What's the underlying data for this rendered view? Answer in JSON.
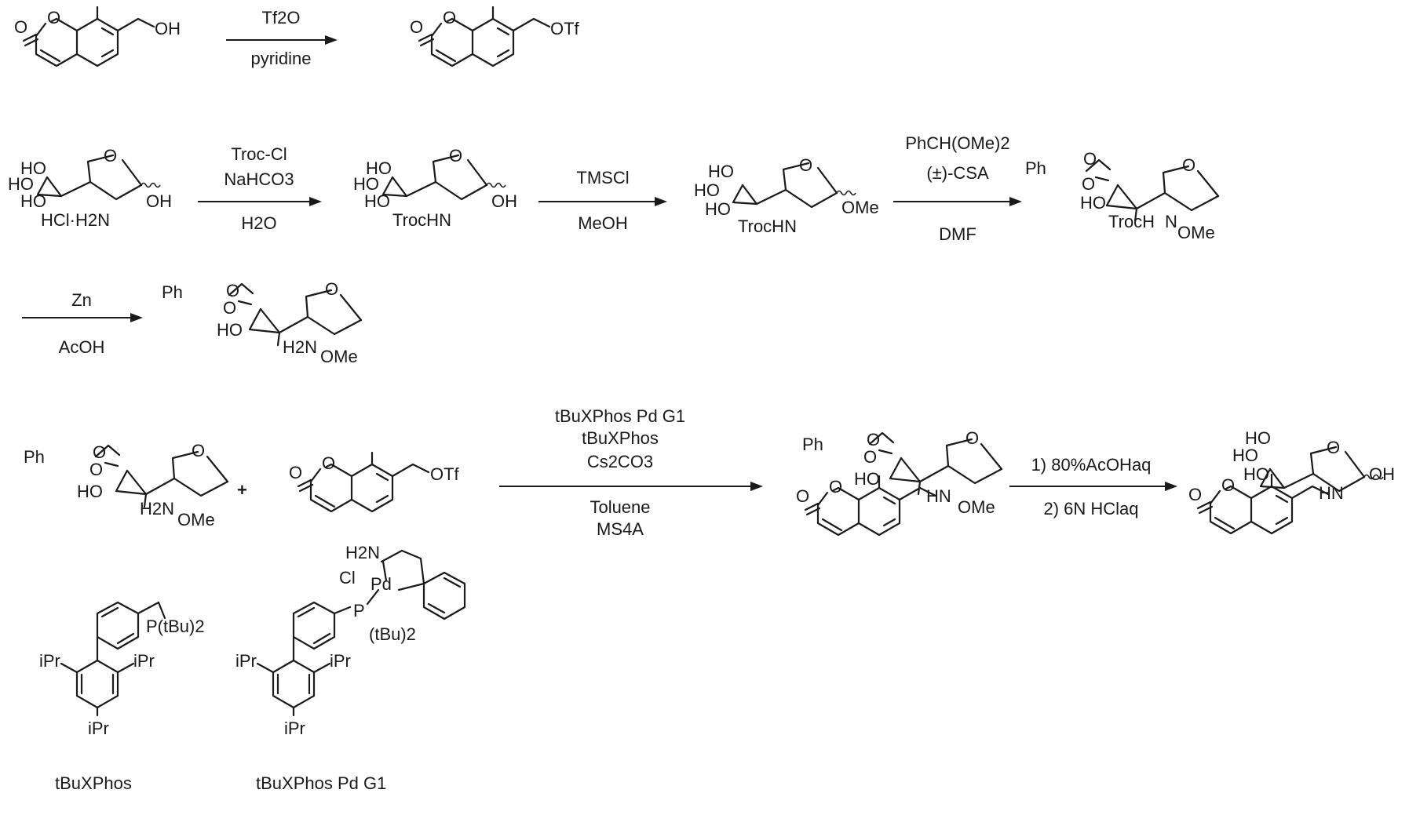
{
  "conditions": {
    "r1": {
      "top": "Tf2O",
      "bottom": "pyridine"
    },
    "r2": {
      "top1": "Troc-Cl",
      "top2": "NaHCO3",
      "bottom": "H2O"
    },
    "r3": {
      "top": "TMSCl",
      "bottom": "MeOH"
    },
    "r4": {
      "top1": "PhCH(OMe)2",
      "top2": "(±)-CSA",
      "bottom": "DMF"
    },
    "r5": {
      "top": "Zn",
      "bottom": "AcOH"
    },
    "r6": {
      "top1": "tBuXPhos Pd G1",
      "top2": "tBuXPhos",
      "top3": "Cs2CO3",
      "bottom1": "Toluene",
      "bottom2": "MS4A"
    },
    "r7": {
      "top": "1) 80%AcOHaq",
      "bottom": "2) 6N HClaq"
    }
  },
  "plus": "+",
  "atoms": {
    "O": "O",
    "OH": "OH",
    "HO": "HO",
    "OTf": "OTf",
    "OMe": "OMe",
    "Ph": "Ph",
    "HCl_H2N": "HCl·H2N",
    "N": "N",
    "TrocHN": "TrocHN",
    "TrocH": "TrocH",
    "H2N": "H2N",
    "HN": "HN",
    "iPr": "iPr",
    "PtBu2": "P(tBu)2",
    "Cl": "Cl",
    "Pd": "Pd",
    "P": "P",
    "tBu2": "(tBu)2"
  },
  "names": {
    "ligand": "tBuXPhos",
    "precatalyst": "tBuXPhos Pd G1"
  }
}
